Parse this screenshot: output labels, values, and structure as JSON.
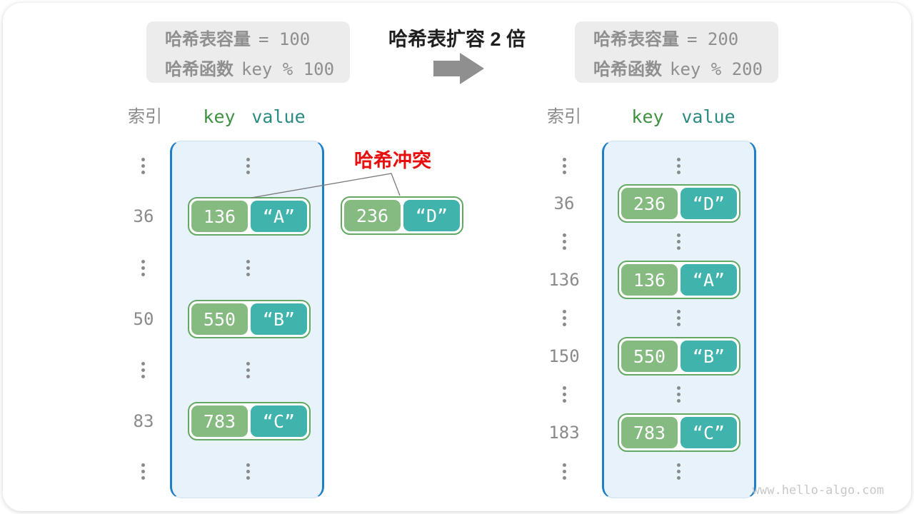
{
  "frame": {
    "watermark": "www.hello-algo.com"
  },
  "title": "哈希表扩容 2 倍",
  "before_box": {
    "capacity_label": "哈希表容量",
    "capacity_value": "= 100",
    "function_label": "哈希函数",
    "function_value": "key % 100"
  },
  "after_box": {
    "capacity_label": "哈希表容量",
    "capacity_value": "= 200",
    "function_label": "哈希函数",
    "function_value": "key % 200"
  },
  "collision": {
    "label": "哈希冲突",
    "key": "236",
    "value": "“D”"
  },
  "left_table": {
    "index_header": "索引",
    "key_header": "key",
    "value_header": "value",
    "entries": [
      {
        "index": "36",
        "key": "136",
        "value": "“A”"
      },
      {
        "index": "50",
        "key": "550",
        "value": "“B”"
      },
      {
        "index": "83",
        "key": "783",
        "value": "“C”"
      }
    ]
  },
  "right_table": {
    "index_header": "索引",
    "key_header": "key",
    "value_header": "value",
    "entries": [
      {
        "index": "36",
        "key": "236",
        "value": "“D”"
      },
      {
        "index": "136",
        "key": "136",
        "value": "“A”"
      },
      {
        "index": "150",
        "key": "550",
        "value": "“B”"
      },
      {
        "index": "183",
        "key": "783",
        "value": "“C”"
      }
    ]
  },
  "colors": {
    "key_green": "#85ba80",
    "value_teal": "#3fb3ac",
    "pair_border_green": "#63a963",
    "bucket_border_blue": "#1e7ec8",
    "bucket_fill_blue": "#e8f2fa",
    "collision_red": "#e60f0f",
    "muted_gray": "#8a8a8a"
  }
}
